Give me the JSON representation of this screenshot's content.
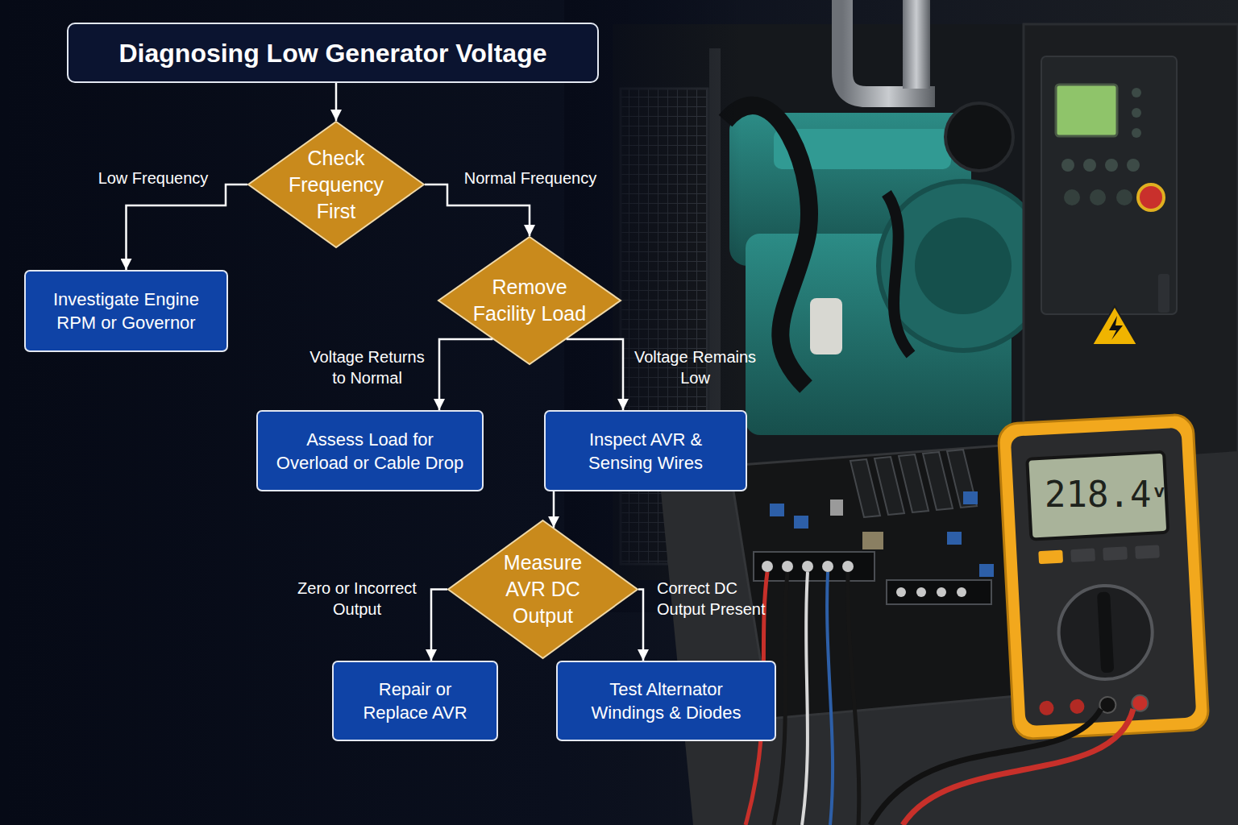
{
  "diagram": {
    "nodes": [
      {
        "text": [
          "Diagnosing Low Generator Voltage"
        ]
      },
      {
        "text": [
          "Check Frequency First"
        ]
      },
      {
        "text": [
          "Investigate Engine RPM or Governor"
        ]
      },
      {
        "text": [
          "Remove Facility Load"
        ]
      },
      {
        "text": [
          "Assess Load for Overload or Cable Drop"
        ]
      },
      {
        "text": [
          "Inspect AVR & Sensing Wires"
        ]
      },
      {
        "text": [
          "Measure AVR DC Output"
        ]
      },
      {
        "text": [
          "Repair or Replace AVR"
        ]
      },
      {
        "text": [
          "Test Alternator Windings & Diodes"
        ]
      }
    ],
    "edges": [
      {
        "from": 0,
        "to": 1,
        "arrow": "to"
      },
      {
        "from": 1,
        "to": 2,
        "label": "Low Frequency",
        "arrow": "to"
      },
      {
        "from": 1,
        "to": 3,
        "label": "Normal Frequency",
        "arrow": "to"
      },
      {
        "from": 3,
        "to": 4,
        "label": "Voltage Returns to Normal",
        "arrow": "to"
      },
      {
        "from": 3,
        "to": 5,
        "label": "Voltage Remains Low",
        "arrow": "to"
      },
      {
        "from": 5,
        "to": 6,
        "arrow": "to"
      },
      {
        "from": 6,
        "to": 7,
        "label": "Zero or Incorrect Output",
        "arrow": "to"
      },
      {
        "from": 6,
        "to": 8,
        "label": "Correct DC Output Present",
        "arrow": "to"
      }
    ],
    "labels": [
      "218.4",
      "V"
    ]
  }
}
